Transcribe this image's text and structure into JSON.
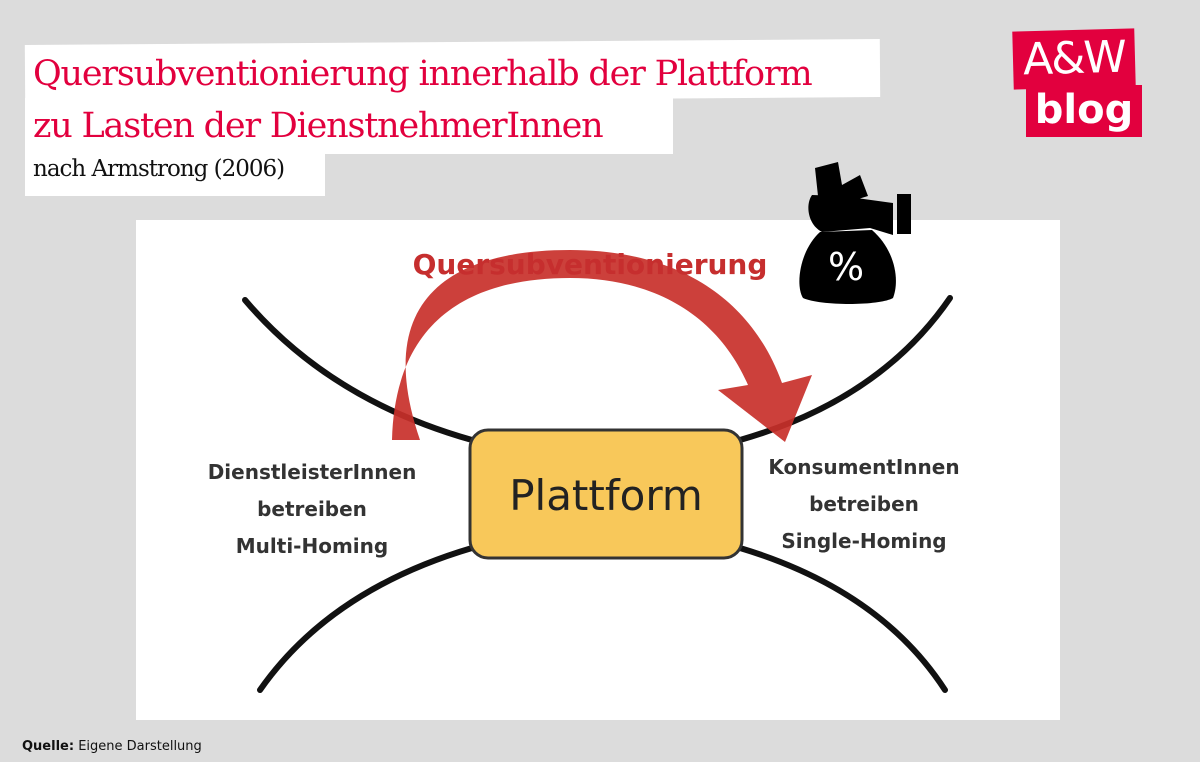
{
  "header": {
    "title_line1": "Quersubventionierung innerhalb der Plattform",
    "title_line2": "zu Lasten der DienstnehmerInnen",
    "subtitle": "nach Armstrong (2006)"
  },
  "logo": {
    "line1": "A&W",
    "line2": "blog"
  },
  "diagram": {
    "arrow_label": "Quersubventionierung",
    "center_label": "Plattform",
    "left_lines": [
      "DienstleisterInnen",
      "betreiben",
      "Multi-Homing"
    ],
    "right_lines": [
      "KonsumentInnen",
      "betreiben",
      "Single-Homing"
    ],
    "icon": "money-bag-percent-icon"
  },
  "footer": {
    "source_label": "Quelle:",
    "source_value": "Eigene Darstellung"
  },
  "colors": {
    "accent": "#e2003e",
    "arrow": "#c8302a",
    "platform": "#f8c85a",
    "background": "#dcdcdc"
  }
}
